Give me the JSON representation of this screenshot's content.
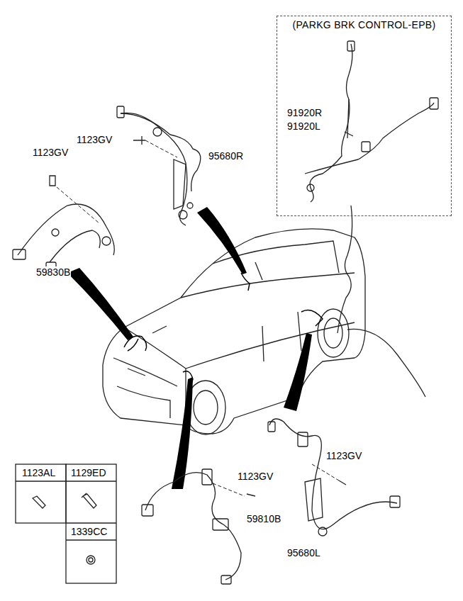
{
  "diagram": {
    "nodes": [
      {
        "text": [
          "(PARKG BRK CONTROL-EPB)"
        ]
      }
    ],
    "labels": [
      "1123GV",
      "1123GV",
      "95680R",
      "59830B",
      "1123GV",
      "59810B",
      "1123GV",
      "95680L",
      "91920R",
      "91920L",
      "1123AL",
      "1129ED",
      "1339CC"
    ]
  }
}
